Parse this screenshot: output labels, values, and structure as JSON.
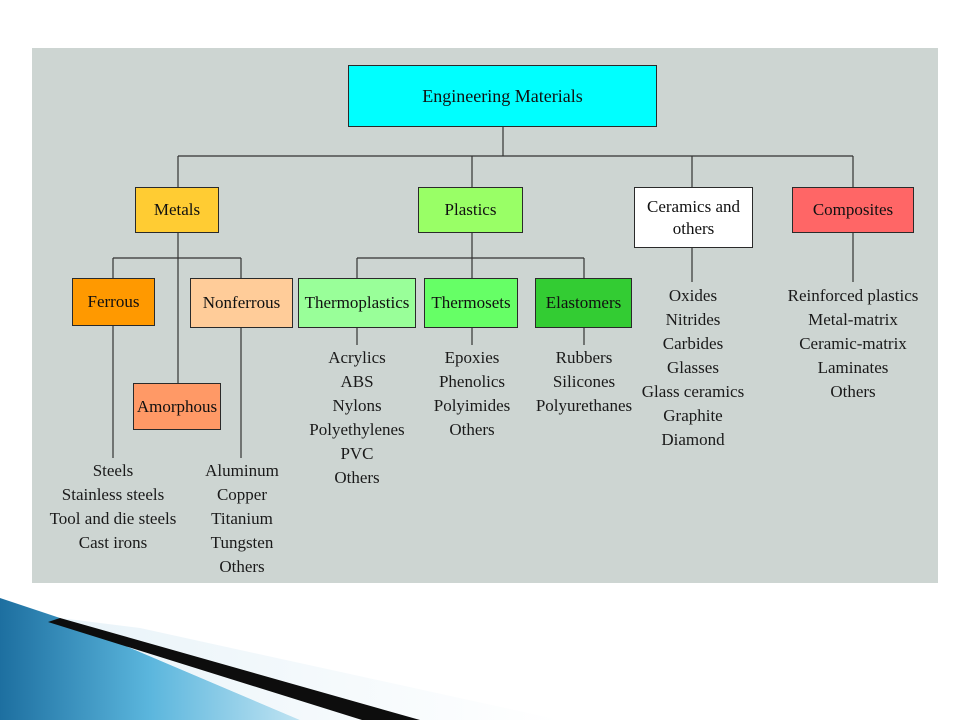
{
  "diagram": {
    "root": "Engineering Materials",
    "metals": "Metals",
    "plastics": "Plastics",
    "ceramics": "Ceramics and others",
    "composites": "Composites",
    "ferrous": "Ferrous",
    "nonferrous": "Nonferrous",
    "amorphous": "Amorphous",
    "thermoplastics": "Thermoplastics",
    "thermosets": "Thermosets",
    "elastomers": "Elastomers",
    "ferrous_items": [
      "Steels",
      "Stainless steels",
      "Tool and die steels",
      "Cast irons"
    ],
    "nonferrous_items": [
      "Aluminum",
      "Copper",
      "Titanium",
      "Tungsten",
      "Others"
    ],
    "thermoplastics_items": [
      "Acrylics",
      "ABS",
      "Nylons",
      "Polyethylenes",
      "PVC",
      "Others"
    ],
    "thermosets_items": [
      "Epoxies",
      "Phenolics",
      "Polyimides",
      "Others"
    ],
    "elastomers_items": [
      "Rubbers",
      "Silicones",
      "Polyurethanes"
    ],
    "ceramics_items": [
      "Oxides",
      "Nitrides",
      "Carbides",
      "Glasses",
      "Glass ceramics",
      "Graphite",
      "Diamond"
    ],
    "composites_items": [
      "Reinforced plastics",
      "Metal-matrix",
      "Ceramic-matrix",
      "Laminates",
      "Others"
    ]
  },
  "colors": {
    "root": "#00ffff",
    "metals": "#ffcc33",
    "plastics": "#99ff66",
    "ceramics": "#ffffff",
    "composites": "#ff6666",
    "ferrous": "#ff9900",
    "nonferrous": "#ffcc99",
    "amorphous": "#ff9966",
    "thermoplastics": "#99ff99",
    "thermosets": "#66ff66",
    "elastomers": "#33cc33"
  }
}
